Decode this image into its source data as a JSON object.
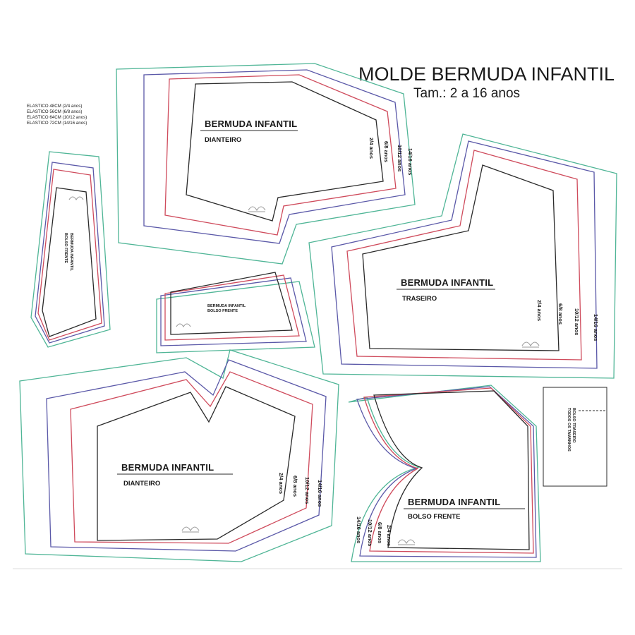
{
  "title": "MOLDE BERMUDA INFANTIL",
  "subtitle": "Tam.: 2 a 16 anos",
  "elastic_notes": [
    "ELASTICO 48CM (2/4 anos)",
    "ELASTICO 56CM (6/8 anos)",
    "ELASTICO 64CM (10/12 anos)",
    "ELASTICO 72CM (14/16 anos)"
  ],
  "pieces": {
    "dianteiro_top": {
      "name": "BERMUDA INFANTIL",
      "part": "DIANTEIRO",
      "sizes": [
        "2/4 anos",
        "6/8 anos",
        "10/12 anos",
        "14/16 anos"
      ]
    },
    "traseiro": {
      "name": "BERMUDA INFANTIL",
      "part": "TRASEIRO",
      "sizes": [
        "2/4 anos",
        "6/8 anos",
        "10/12 anos",
        "14/16 anos"
      ]
    },
    "dianteiro_bottom": {
      "name": "BERMUDA INFANTIL",
      "part": "DIANTEIRO",
      "sizes": [
        "2/4 anos",
        "6/8 anos",
        "10/12 anos",
        "14/16 anos"
      ]
    },
    "bolso_frente": {
      "name": "BERMUDA INFANTIL",
      "part": "BOLSO FRENTE",
      "sizes": [
        "2/4 anos",
        "6/8 anos",
        "10/12 anos",
        "14/16 anos"
      ]
    },
    "bolso_frente_small": {
      "name": "BERMUDA INFANTIL",
      "part": "BOLSO FRENTE"
    },
    "bolso_traseiro": {
      "name": "BOLSO TRASEIRO",
      "part": "TODOS OS TAMANHOS"
    }
  },
  "size_colors": {
    "2/4 anos": "#2a2a2a",
    "6/8 anos": "#cf4b5c",
    "10/12 anos": "#5a58a8",
    "14/16 anos": "#4fb596"
  }
}
